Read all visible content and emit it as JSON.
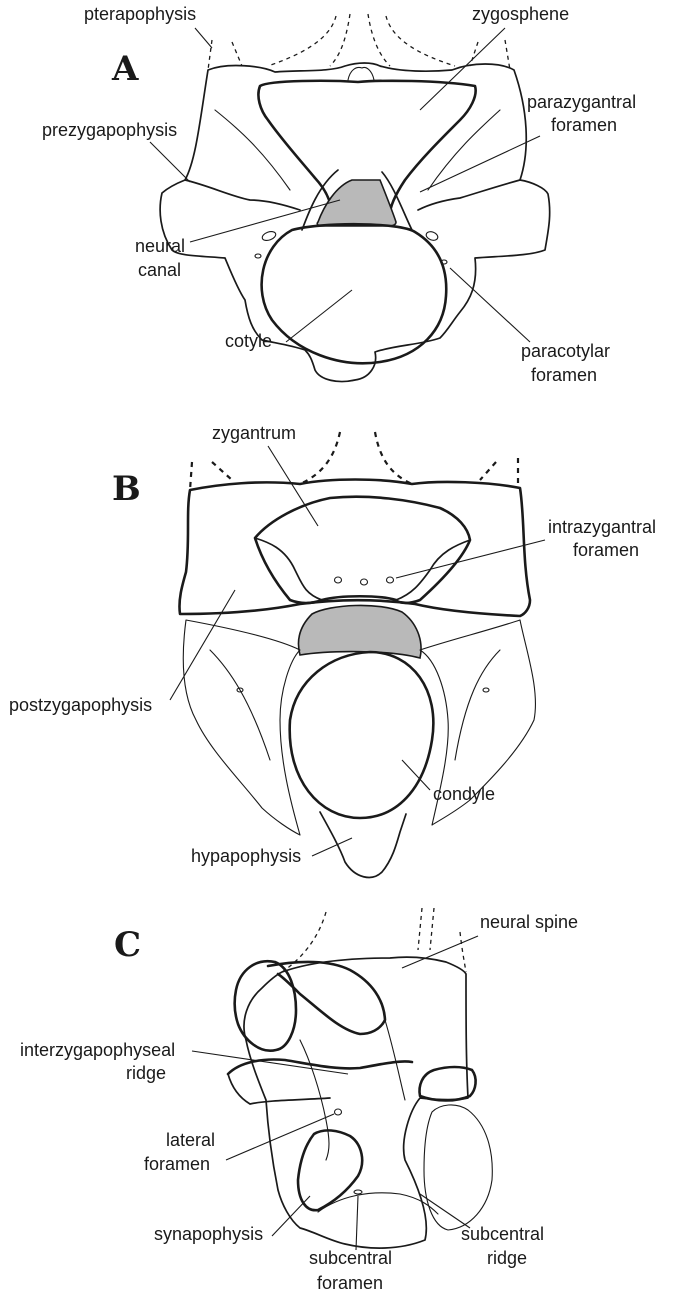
{
  "panels": {
    "a": "A",
    "b": "B",
    "c": "C"
  },
  "labels": {
    "pterapophysis": "pterapophysis",
    "zygosphene": "zygosphene",
    "prezygapophysis": "prezygapophysis",
    "parazygantral_1": "parazygantral",
    "parazygantral_2": "foramen",
    "neural_canal_1": "neural",
    "neural_canal_2": "canal",
    "cotyle": "cotyle",
    "paracotylar_1": "paracotylar",
    "paracotylar_2": "foramen",
    "zygantrum": "zygantrum",
    "intrazygantral_1": "intrazygantral",
    "intrazygantral_2": "foramen",
    "postzygapophysis": "postzygapophysis",
    "condyle": "condyle",
    "hypapophysis": "hypapophysis",
    "neural_spine": "neural spine",
    "interzyg_1": "interzygapophyseal",
    "interzyg_2": "ridge",
    "lateral_1": "lateral",
    "lateral_2": "foramen",
    "synapophysis": "synapophysis",
    "subcentral_foramen_1": "subcentral",
    "subcentral_foramen_2": "foramen",
    "subcentral_ridge_1": "subcentral",
    "subcentral_ridge_2": "ridge"
  }
}
